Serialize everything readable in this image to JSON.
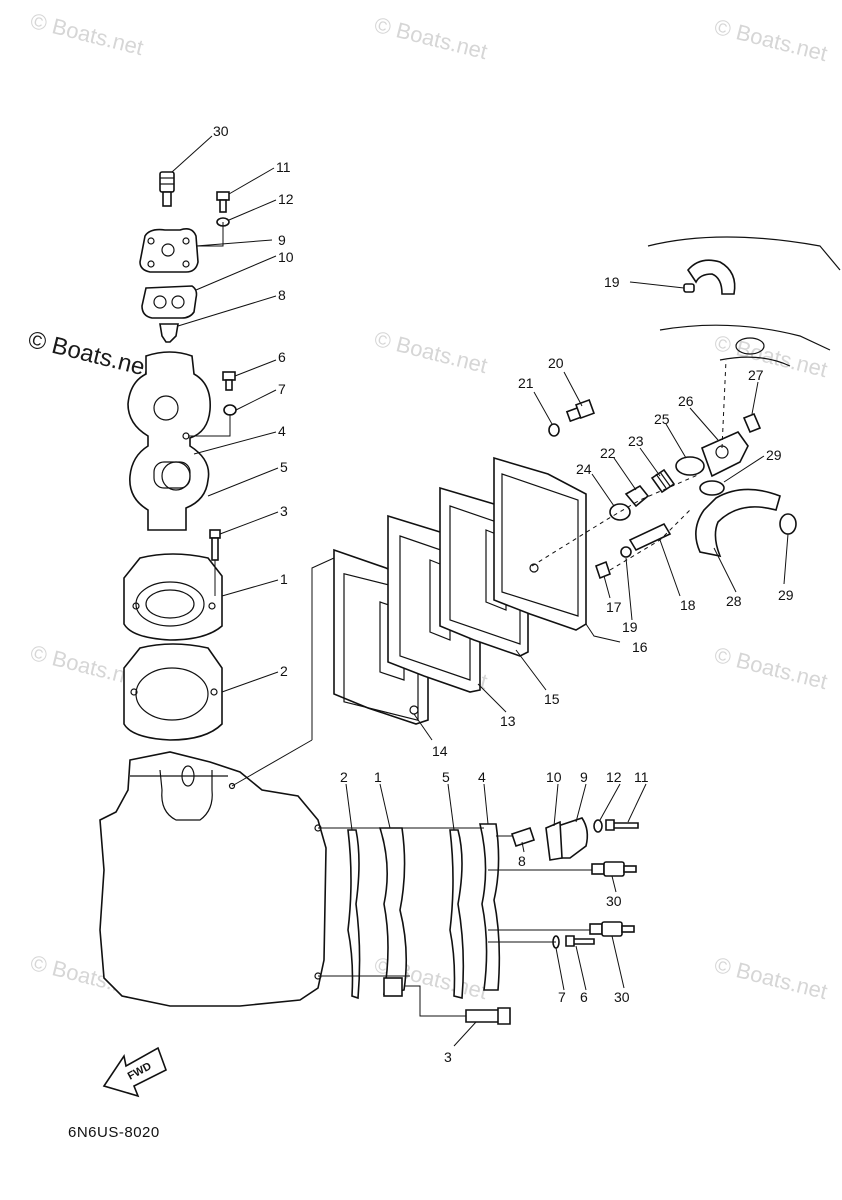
{
  "watermark_text": "© Boats.net",
  "reference_code": "6N6US-8020",
  "fwd_label": "FWD",
  "callouts": {
    "c30a": "30",
    "c11a": "11",
    "c12a": "12",
    "c9a": "9",
    "c10a": "10",
    "c8a": "8",
    "c6a": "6",
    "c7a": "7",
    "c4a": "4",
    "c5a": "5",
    "c3a": "3",
    "c1a": "1",
    "c2a": "2",
    "c19a": "19",
    "c20": "20",
    "c21": "21",
    "c27": "27",
    "c26": "26",
    "c25": "25",
    "c23": "23",
    "c22": "22",
    "c24": "24",
    "c29a": "29",
    "c17": "17",
    "c19b": "19",
    "c18": "18",
    "c28": "28",
    "c29b": "29",
    "c16": "16",
    "c15": "15",
    "c13": "13",
    "c14": "14",
    "c2b": "2",
    "c1b": "1",
    "c5b": "5",
    "c4b": "4",
    "c10b": "10",
    "c9b": "9",
    "c12b": "12",
    "c11b": "11",
    "c8b": "8",
    "c30b": "30",
    "c30c": "30",
    "c7b": "7",
    "c6b": "6",
    "c3b": "3"
  }
}
